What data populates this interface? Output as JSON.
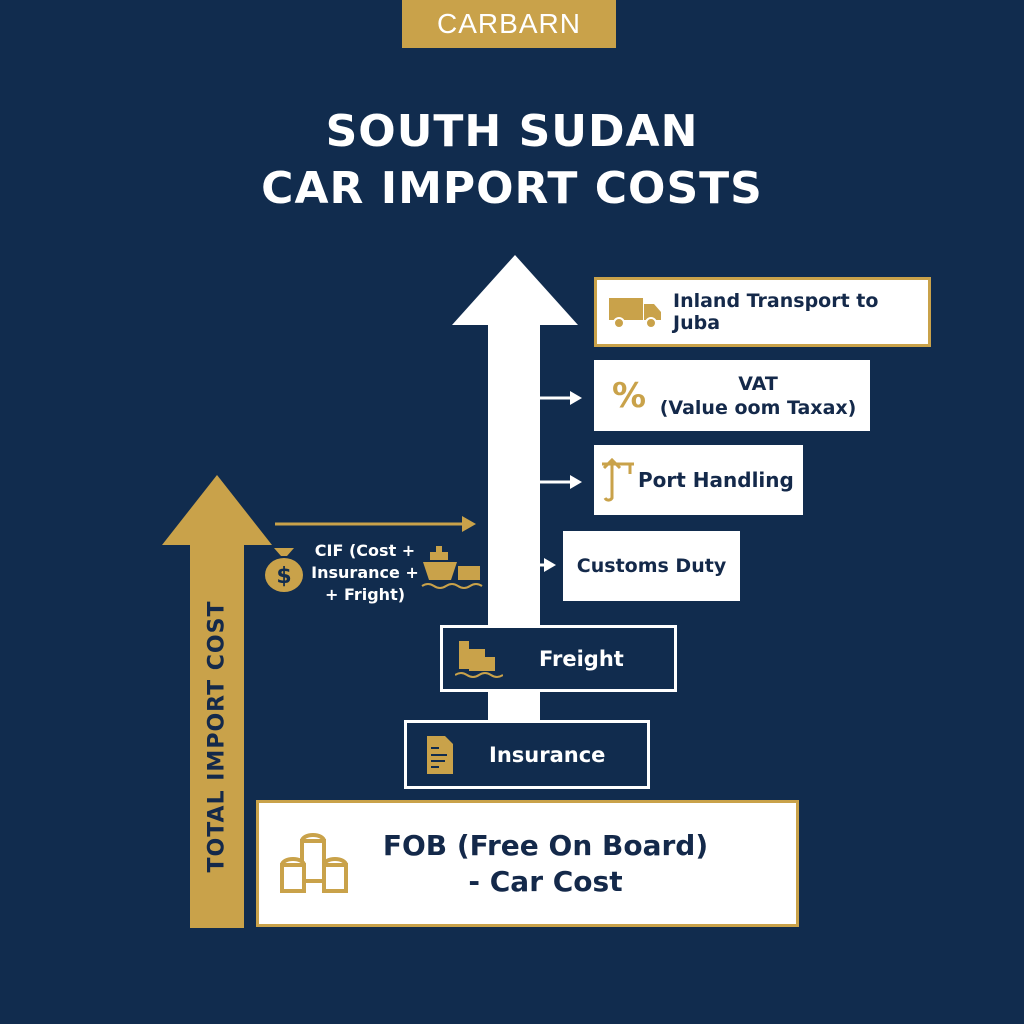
{
  "brand": {
    "logo": "CARBARN"
  },
  "title": {
    "line1": "SOUTH SUDAN",
    "line2": "CAR IMPORT COSTS"
  },
  "total_label": "TOTAL IMPORT COST",
  "cif_label": "CIF (Cost + Insurance + + Fright)",
  "steps": [
    {
      "label": "Inland Transport to Juba",
      "icon": "truck-icon"
    },
    {
      "label": "VAT",
      "sublabel": "(Value oom Taxax)",
      "icon": "percent-icon"
    },
    {
      "label": "Port Handling",
      "icon": "crane-icon"
    },
    {
      "label": "Customs Duty"
    },
    {
      "label": "Freight",
      "icon": "cargo-ship-icon"
    },
    {
      "label": "Insurance",
      "icon": "document-icon"
    },
    {
      "label": "FOB (Free On Board)",
      "sublabel": "- Car Cost",
      "icon": "coins-icon"
    }
  ],
  "colors": {
    "background": "#112c4e",
    "gold": "#c9a24a",
    "navy_text": "#14294a",
    "white": "#ffffff"
  }
}
